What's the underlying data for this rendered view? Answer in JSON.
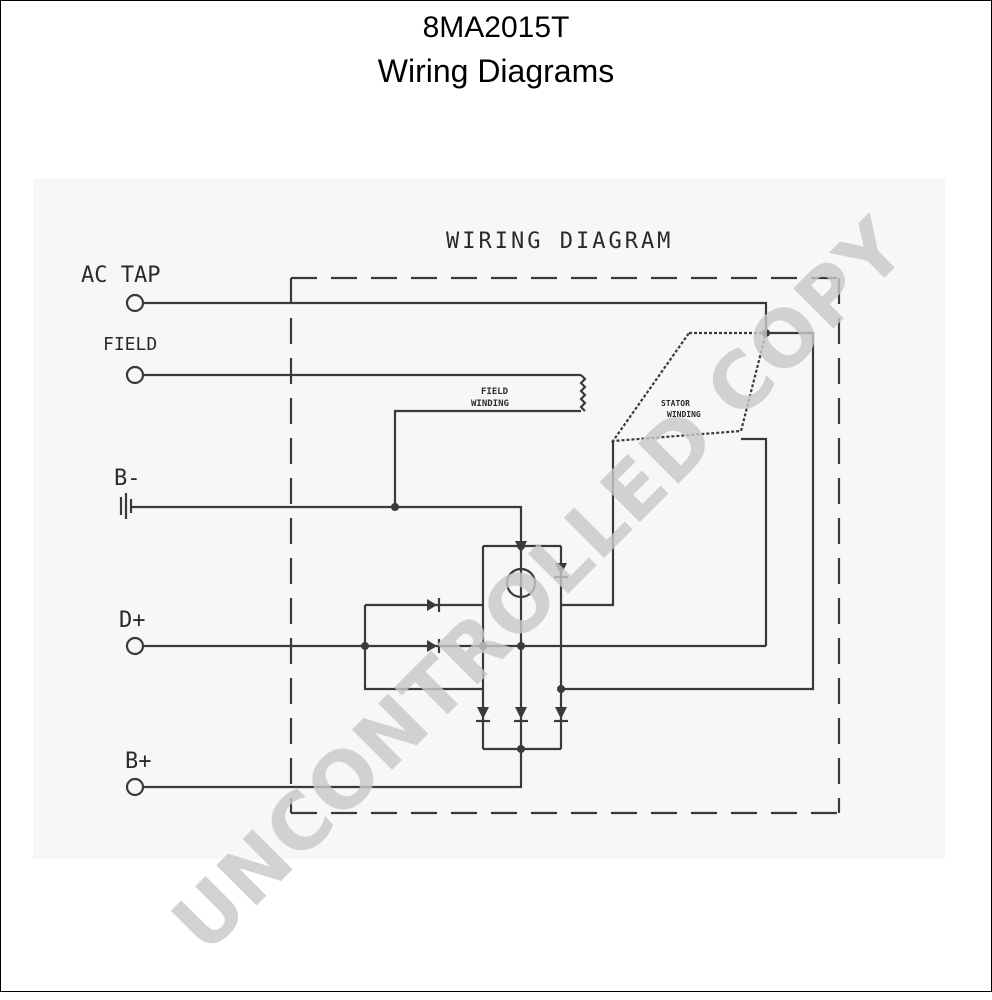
{
  "header": {
    "part_number": "8MA2015T",
    "title": "Wiring Diagrams"
  },
  "diagram": {
    "heading": "WIRING DIAGRAM",
    "terminals": {
      "ac_tap": "AC TAP",
      "field": "FIELD",
      "b_minus": "B-",
      "d_plus": "D+",
      "b_plus": "B+"
    },
    "field_winding": [
      "FIELD",
      "WINDING"
    ],
    "stator": [
      "STATOR",
      "WINDING"
    ]
  },
  "watermark": "UNCONTROLLED COPY"
}
